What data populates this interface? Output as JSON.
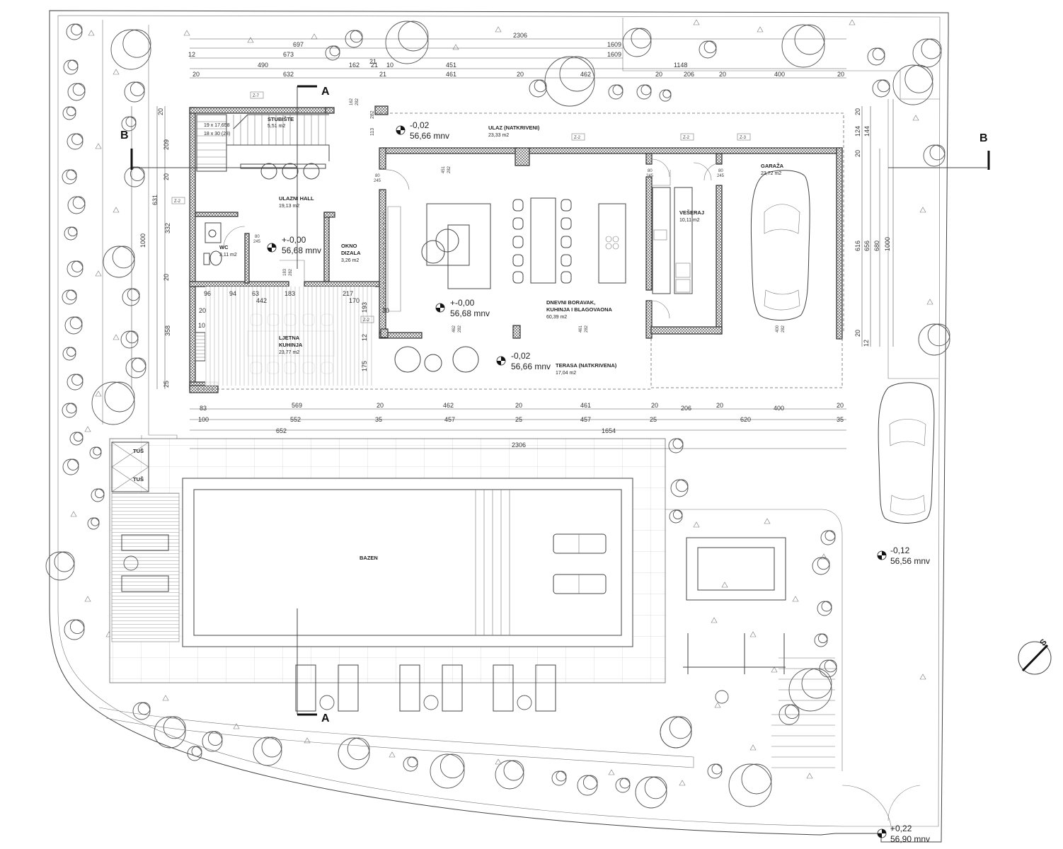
{
  "rooms": [
    {
      "key": "stubiste",
      "name": "STUBIŠTE",
      "area": "5,51 m2",
      "extra": [
        "19 x 17,658",
        "18 x 30 (28)"
      ]
    },
    {
      "key": "ulaz",
      "name": "ULAZ (NATKRIVENI)",
      "area": "23,33 m2"
    },
    {
      "key": "hall",
      "name": "ULAZNI HALL",
      "area": "19,13 m2"
    },
    {
      "key": "wc",
      "name": "WC",
      "area": "3,11 m2"
    },
    {
      "key": "okno",
      "name": [
        "OKNO",
        "DIZALA"
      ],
      "area": "3,26 m2"
    },
    {
      "key": "boravak",
      "name": [
        "DNEVNI BORAVAK,",
        "KUHINJA I BLAGOVAONA"
      ],
      "area": "60,39 m2"
    },
    {
      "key": "veseraj",
      "name": "VEŠERAJ",
      "area": "10,11 m2"
    },
    {
      "key": "garaza",
      "name": "GARAŽA",
      "area": "23,72 m2"
    },
    {
      "key": "ljetna",
      "name": [
        "LJETNA",
        "KUHINJA"
      ],
      "area": "23,77 m2"
    },
    {
      "key": "terasa",
      "name": "TERASA (NATKRIVENA)",
      "area": "17,04 m2"
    },
    {
      "key": "bazen",
      "name": "BAZEN"
    },
    {
      "key": "tus1",
      "name": "TUŠ"
    },
    {
      "key": "tus2",
      "name": "TUŠ"
    }
  ],
  "levels": [
    {
      "key": "ulaz",
      "rel": "-0,02",
      "abs": "56,66 mnv"
    },
    {
      "key": "hall",
      "rel": "+-0,00",
      "abs": "56,68 mnv"
    },
    {
      "key": "boravak",
      "rel": "+-0,00",
      "abs": "56,68 mnv"
    },
    {
      "key": "terasa",
      "rel": "-0,02",
      "abs": "56,66 mnv"
    },
    {
      "key": "parking",
      "rel": "-0,12",
      "abs": "56,56 mnv"
    },
    {
      "key": "gate",
      "rel": "+0,22",
      "abs": "56,90 mnv"
    }
  ],
  "sections": {
    "a_top": "A",
    "a_bottom": "A",
    "b_left": "B",
    "b_right": "B"
  },
  "dims_top": {
    "overall": "2306",
    "row1": [
      "697",
      "1609"
    ],
    "row2": [
      "12",
      "673",
      "21",
      "1609"
    ],
    "row3": [
      "490",
      "162",
      "21",
      "10",
      "451",
      "1148"
    ],
    "row4": [
      "20",
      "632",
      "21",
      "461",
      "20",
      "462",
      "20",
      "206",
      "20",
      "400",
      "20"
    ]
  },
  "dims_bottom": {
    "row1": [
      "569",
      "20",
      "462",
      "20",
      "461",
      "20",
      "206",
      "20",
      "400",
      "20"
    ],
    "row2": [
      "100",
      "552",
      "35",
      "457",
      "25",
      "457",
      "25",
      "620",
      "35"
    ],
    "row3": [
      "652",
      "1654"
    ],
    "overall": "2306",
    "small": "83"
  },
  "dims_left": {
    "outer": "1000",
    "col1": [
      "20",
      "209",
      "20",
      "332",
      "20",
      "358",
      "25"
    ],
    "col2": [
      "631"
    ]
  },
  "dims_right": {
    "col1": [
      "20",
      "124",
      "20",
      "616",
      "20",
      "12"
    ],
    "col2": [
      "144",
      "656"
    ],
    "col3": [
      "680",
      "1000"
    ]
  },
  "interior_dims": [
    "96",
    "94",
    "63",
    "183",
    "217",
    "442",
    "170",
    "193",
    "20",
    "10",
    "20",
    "12",
    "175",
    "113",
    "282"
  ],
  "wall_tags": [
    "Z-7",
    "Z-2",
    "Z-2",
    "Z-2",
    "Z-2",
    "Z-3"
  ],
  "door_tags": [
    "80",
    "245",
    "80",
    "245",
    "80",
    "245",
    "80",
    "245",
    "183",
    "282",
    "462",
    "282",
    "461",
    "282",
    "451",
    "282",
    "162",
    "282",
    "400",
    "282"
  ],
  "north": "S"
}
